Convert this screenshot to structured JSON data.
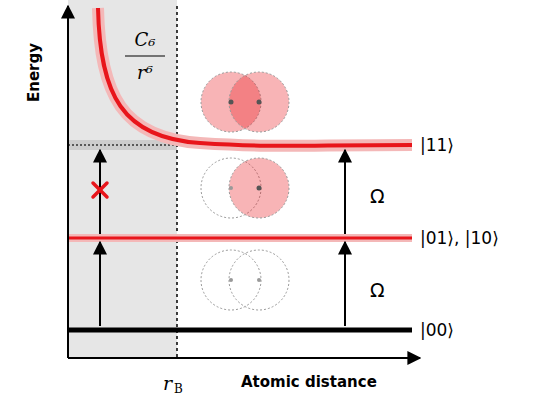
{
  "diagram": {
    "labels": [
      "Energy",
      "C₆",
      "r⁶",
      "|11⟩",
      "Ω",
      "|01⟩, |10⟩",
      "Ω",
      "|00⟩",
      "r",
      "B",
      "Atomic distance"
    ]
  }
}
